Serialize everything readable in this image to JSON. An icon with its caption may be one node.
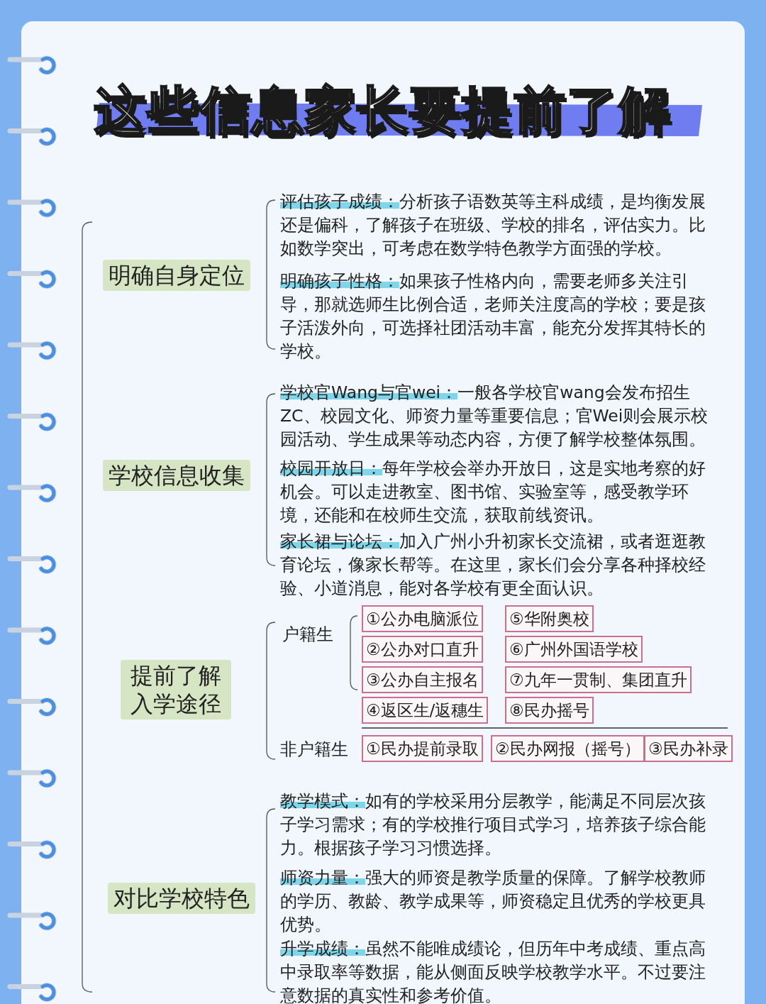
{
  "diagram": {
    "title": "这些信息家长要提前了解",
    "nodes": [
      {
        "text": [
          "明确自身定位"
        ]
      },
      {
        "text": [
          "学校信息收集"
        ]
      },
      {
        "text": [
          "提前了解入学途径"
        ]
      },
      {
        "text": [
          "①公办电脑派位"
        ]
      },
      {
        "text": [
          "⑤华附奥校"
        ]
      },
      {
        "text": [
          "②公办对口直升"
        ]
      },
      {
        "text": [
          "⑥广州外国语学校"
        ]
      },
      {
        "text": [
          "③公办自主报名"
        ]
      },
      {
        "text": [
          "⑦九年一贯制、集团直升"
        ]
      },
      {
        "text": [
          "④返区生/返穗生"
        ]
      },
      {
        "text": [
          "⑧民办摇号"
        ]
      },
      {
        "text": [
          "①民办提前录取"
        ]
      },
      {
        "text": [
          "②民办网报（摇号）"
        ]
      },
      {
        "text": [
          "③民办补录"
        ]
      },
      {
        "text": [
          "对比学校特色"
        ]
      }
    ],
    "labels": [
      "评估孩子成绩：",
      "分析孩子语数英等主科成绩，是均衡发展还是偏科，了解孩子在班级、学校的排名，评估实力。比如数学突出，可考虑在数学特色教学方面强的学校。",
      "明确孩子性格：",
      "如果孩子性格内向，需要老师多关注引导，那就选师生比例合适，老师关注度高的学校；要是孩子活泼外向，可选择社团活动丰富，能充分发挥其特长的学校。",
      "学校官Wang与官wei：",
      "一般各学校官wang会发布招生ZC、校园文化、师资力量等重要信息；官Wei则会展示校园活动、学生成果等动态内容，方便了解学校整体氛围。",
      "校园开放日：",
      "每年学校会举办开放日，这是实地考察的好机会。可以走进教室、图书馆、实验室等，感受教学环境，还能和在校师生交流，获取前线资讯。",
      "家长裙与论坛：",
      "加入广州小升初家长交流裙，或者逛逛教育论坛，像家长帮等。在这里，家长们会分享各种择校经验、小道消息，能对各学校有更全面认识。",
      "户籍生",
      "非户籍生",
      "教学模式：",
      "如有的学校采用分层教学，能满足不同层次孩子学习需求；有的学校推行项目式学习，培养孩子综合能力。根据孩子学习习惯选择。",
      "师资力量：",
      "强大的师资是教学质量的保障。了解学校教师的学历、教龄、教学成果等，师资稳定且优秀的学校更具优势。",
      "升学成绩：",
      "虽然不能唯成绩论，但历年中考成绩、重点高中录取率等数据，能从侧面反映学校教学水平。不过要注意数据的真实性和参考价值。"
    ]
  }
}
